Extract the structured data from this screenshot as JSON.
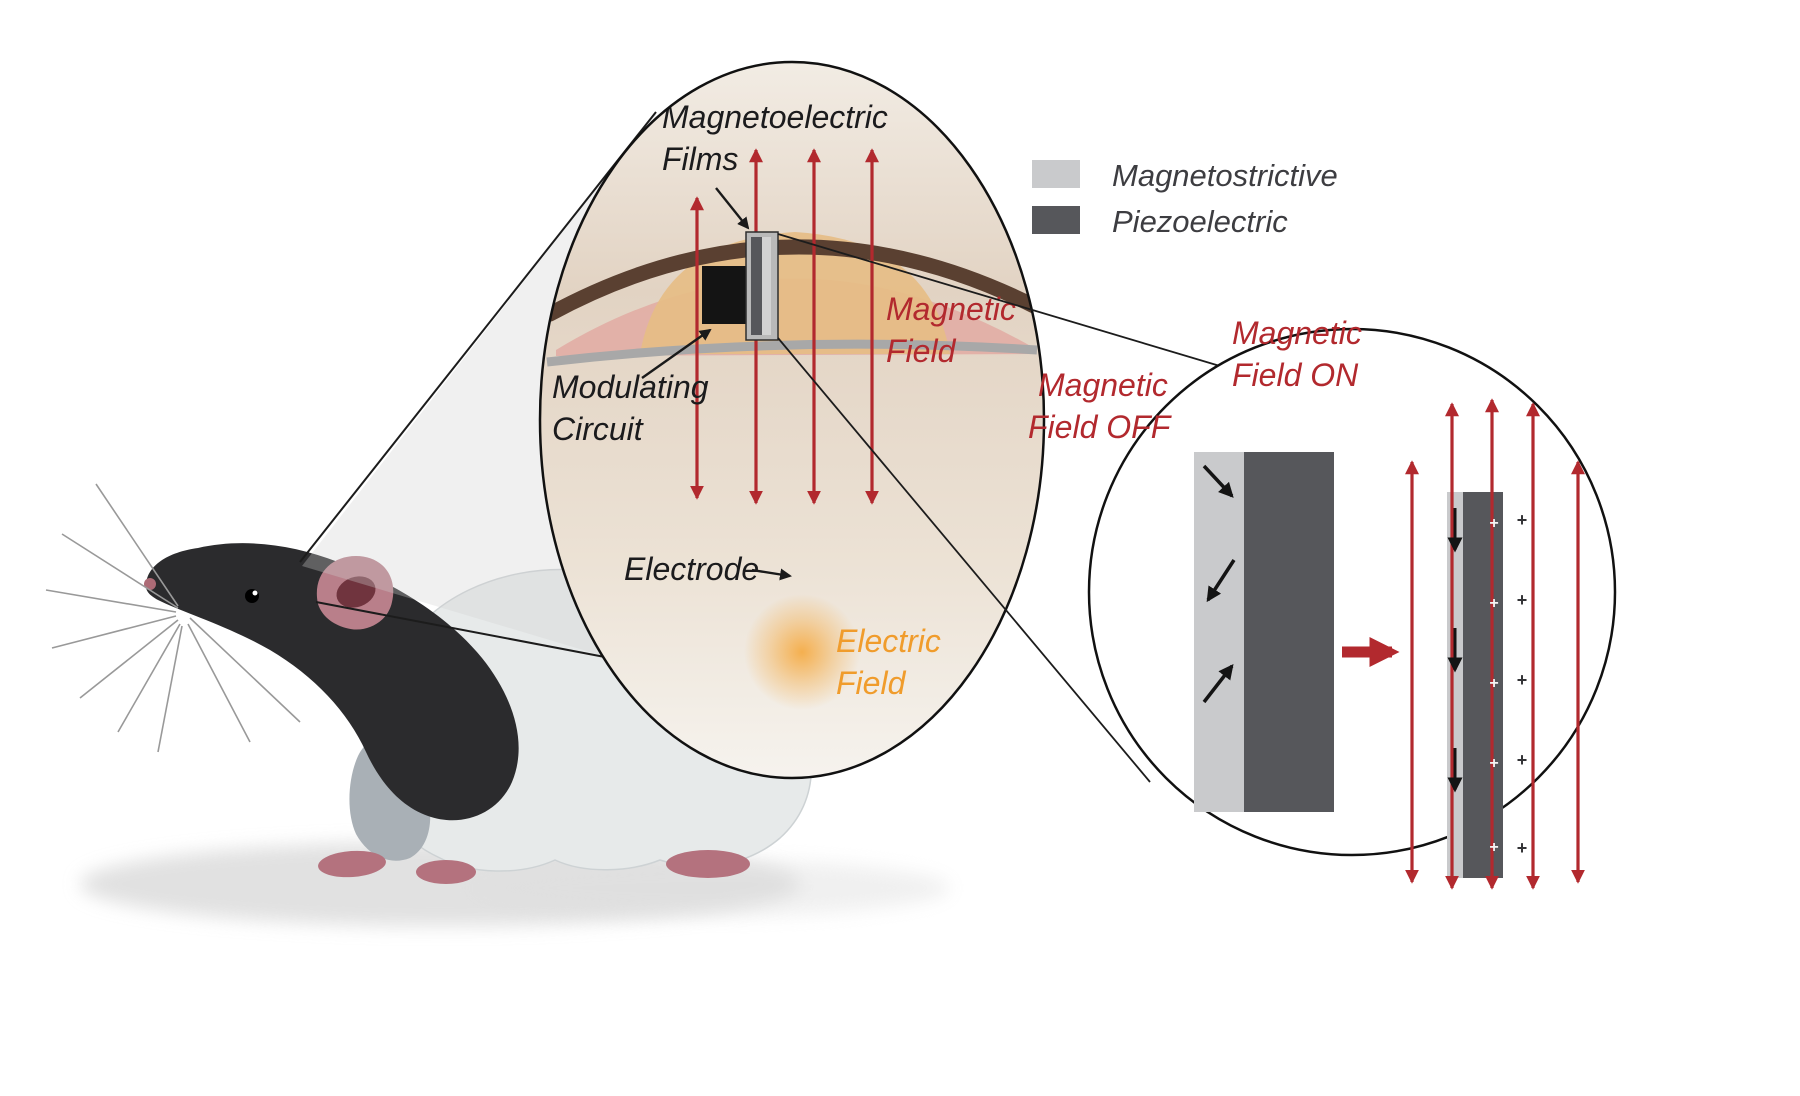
{
  "legend": {
    "magnetostrictive": {
      "label": "Magnetostrictive",
      "color": "#c9cacc"
    },
    "piezoelectric": {
      "label": "Piezoelectric",
      "color": "#56575b"
    }
  },
  "implant_view": {
    "films_label_line1": "Magnetoelectric",
    "films_label_line2": "Films",
    "circuit_label_line1": "Modulating",
    "circuit_label_line2": "Circuit",
    "electrode_label": "Electrode",
    "magnetic_field_line1": "Magnetic",
    "magnetic_field_line2": "Field",
    "electric_field_line1": "Electric",
    "electric_field_line2": "Field"
  },
  "mechanism_view": {
    "off_label_line1": "Magnetic",
    "off_label_line2": "Field OFF",
    "on_label_line1": "Magnetic",
    "on_label_line2": "Field ON",
    "plus": "+"
  },
  "colors": {
    "field_red": "#b2292e",
    "electric_orange": "#f09c2c",
    "magnetostrictive_gray": "#c9cacc",
    "piezoelectric_gray": "#56575b",
    "skull_brown": "#5a4031"
  }
}
